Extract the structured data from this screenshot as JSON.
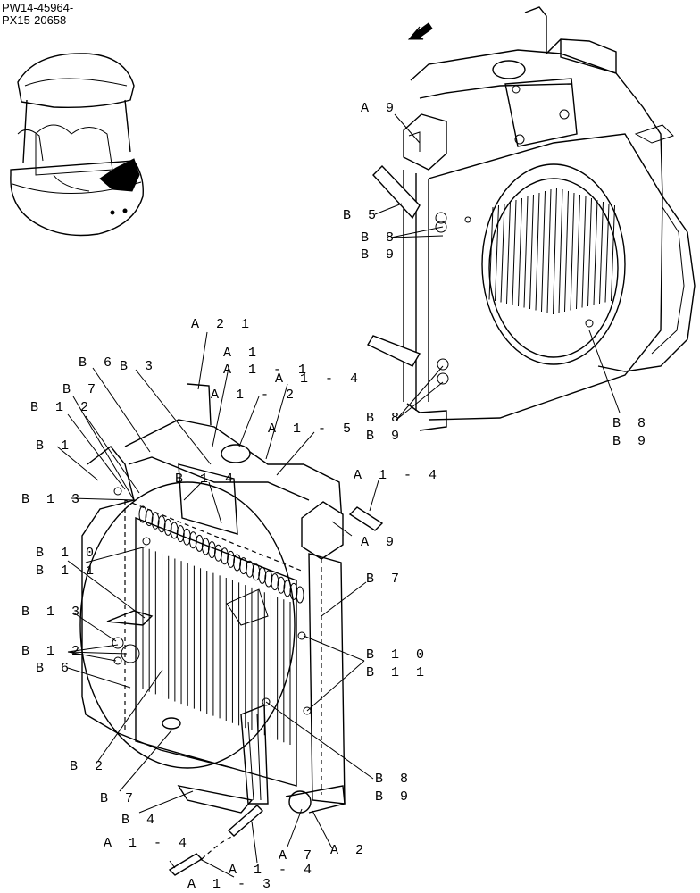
{
  "header": {
    "line1": "PW14-45964-",
    "line2": "PX15-20658-"
  },
  "callouts": {
    "a9_top": "A 9",
    "b5": "B 5",
    "b8_top": "B 8",
    "b9_top": "B 9",
    "b8_mid": "B 8",
    "b9_mid": "B 9",
    "b8_right": "B 8",
    "b9_right": "B 9",
    "a21": "A 2 1",
    "a1": "A 1",
    "a1_1": "A 1 - 1",
    "a1_4_top": "A 1 - 4",
    "a1_2": "A 1 - 2",
    "a1_5": "A 1 - 5",
    "b6_top": "B 6",
    "b3": "B 3",
    "b7_top": "B 7",
    "b12_top": "B 1 2",
    "b1": "B 1",
    "b14": "B 1 4",
    "b13_top": "B 1 3",
    "a1_4_mid": "A 1 - 4",
    "a9_mid": "A 9",
    "b10_left": "B 1 0",
    "b11_left": "B 1 1",
    "b7_mid": "B 7",
    "b13_mid": "B 1 3",
    "b12_mid": "B 1 2",
    "b6_mid": "B 6",
    "b10_right": "B 1 0",
    "b11_right": "B 1 1",
    "b2": "B 2",
    "b8_low": "B 8",
    "b9_low": "B 9",
    "b7_low": "B 7",
    "b4": "B 4",
    "a1_4_low": "A 1 - 4",
    "a7": "A 7",
    "a2": "A 2",
    "a1_4_bottom": "A 1 - 4",
    "a1_3": "A 1 - 3"
  }
}
